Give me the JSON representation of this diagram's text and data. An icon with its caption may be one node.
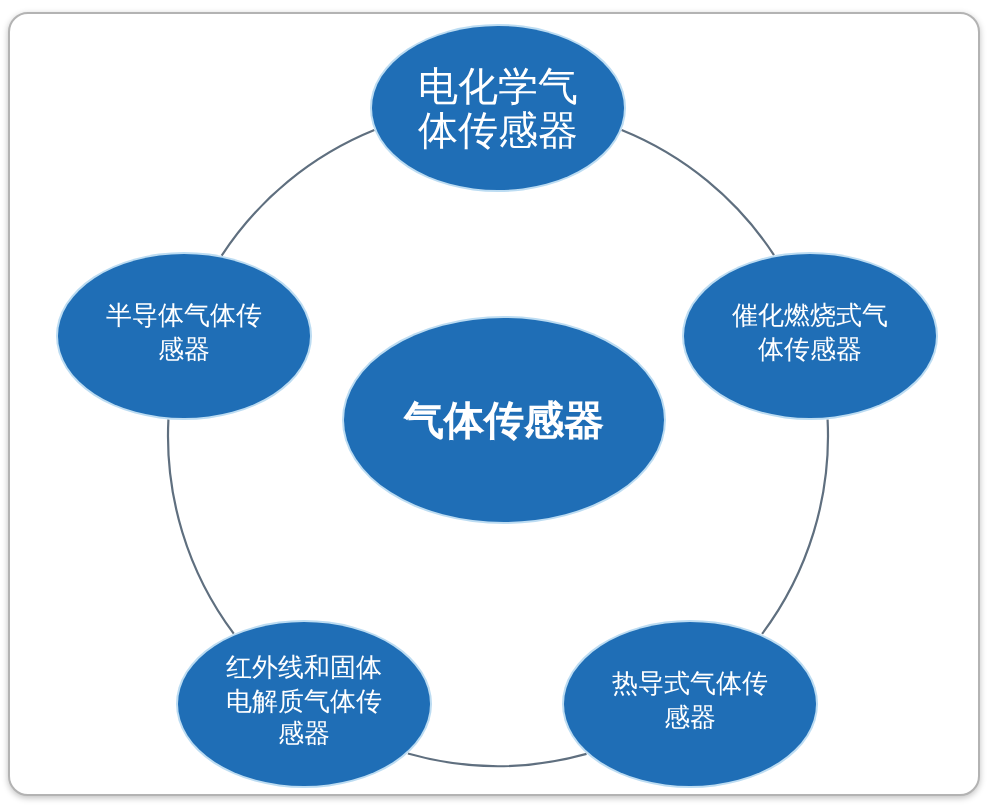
{
  "diagram": {
    "nodes": [
      {
        "text": [
          "电化学气体传感器"
        ]
      },
      {
        "text": [
          "半导体气体传感器"
        ]
      },
      {
        "text": [
          "气体传感器"
        ]
      },
      {
        "text": [
          "催化燃烧式气体传感器"
        ]
      },
      {
        "text": [
          "红外线和固体电解质气体传感器"
        ]
      },
      {
        "text": [
          "热导式气体传感器"
        ]
      }
    ],
    "edges": [
      {
        "from": 0,
        "to": 1,
        "arrow": "none"
      },
      {
        "from": 0,
        "to": 3,
        "arrow": "none"
      },
      {
        "from": 1,
        "to": 4,
        "arrow": "none"
      },
      {
        "from": 3,
        "to": 5,
        "arrow": "none"
      },
      {
        "from": 4,
        "to": 5,
        "arrow": "none"
      }
    ]
  }
}
